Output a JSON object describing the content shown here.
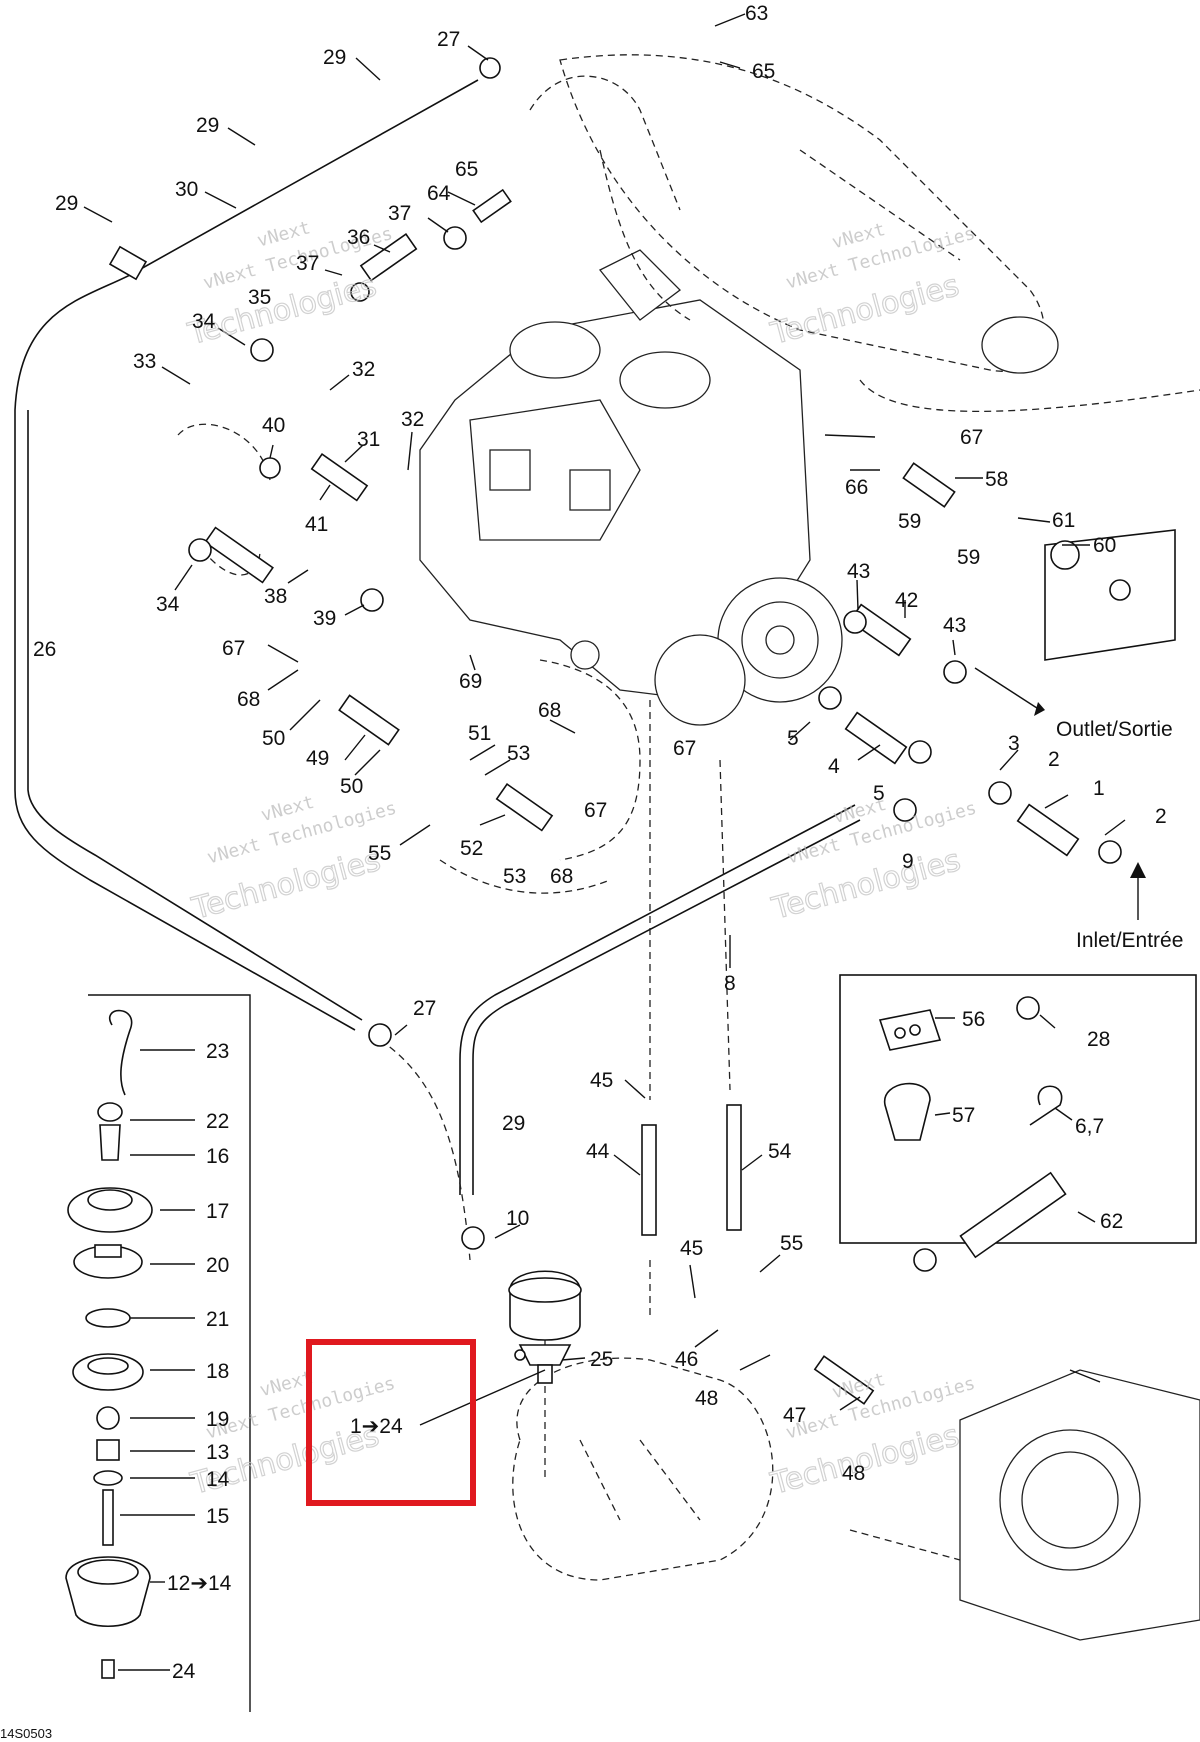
{
  "figure_code": "14S0503",
  "watermark": {
    "line1": "vNext",
    "line2": "vNext Technologies",
    "line3": "Technologies"
  },
  "labels": {
    "outlet": "Outlet/Sortie",
    "inlet": "Inlet/Entrée"
  },
  "highlight_color": "#e0191f",
  "callouts": [
    "63",
    "65",
    "27",
    "29",
    "29",
    "30",
    "29",
    "65",
    "64",
    "37",
    "36",
    "37",
    "35",
    "34",
    "32",
    "33",
    "40",
    "31",
    "32",
    "41",
    "38",
    "34",
    "39",
    "67",
    "69",
    "26",
    "68",
    "50",
    "49",
    "50",
    "51",
    "53",
    "52",
    "55",
    "53",
    "68",
    "67",
    "68",
    "67",
    "67",
    "66",
    "59",
    "58",
    "59",
    "61",
    "60",
    "43",
    "42",
    "43",
    "5",
    "4",
    "3",
    "2",
    "5",
    "1",
    "2",
    "9",
    "8",
    "27",
    "23",
    "22",
    "16",
    "17",
    "20",
    "21",
    "18",
    "19",
    "13",
    "14",
    "15",
    "12➔14",
    "24",
    "29",
    "10",
    "25",
    "1➔24",
    "45",
    "44",
    "54",
    "45",
    "55",
    "46",
    "48",
    "47",
    "48",
    "56",
    "28",
    "57",
    "6,7",
    "62"
  ]
}
